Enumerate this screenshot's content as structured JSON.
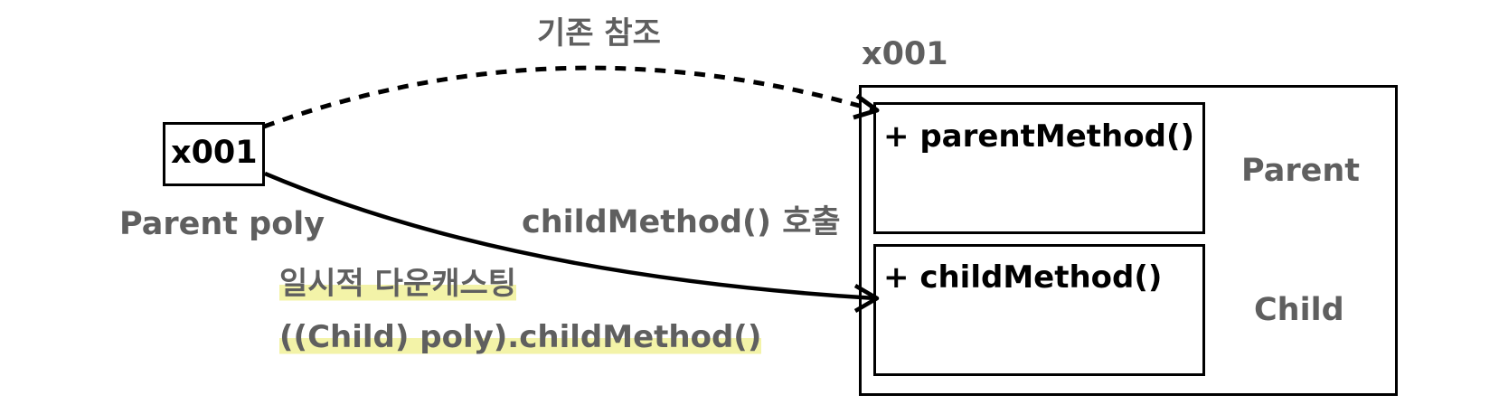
{
  "reference_box": {
    "label": "x001"
  },
  "variable_label": "Parent poly",
  "dashed_arrow_label": "기존 참조",
  "solid_arrow_label": "childMethod() 호출",
  "downcast_note": {
    "line1": "일시적 다운캐스팅",
    "line2": "((Child) poly).childMethod()",
    "highlight_color": "#f3f3a8"
  },
  "instance": {
    "address": "x001",
    "parent_section": {
      "method": "+ parentMethod()",
      "class_label": "Parent"
    },
    "child_section": {
      "method": "+ childMethod()",
      "class_label": "Child"
    }
  },
  "colors": {
    "label_gray": "#5f5f5f",
    "line": "#000000"
  }
}
